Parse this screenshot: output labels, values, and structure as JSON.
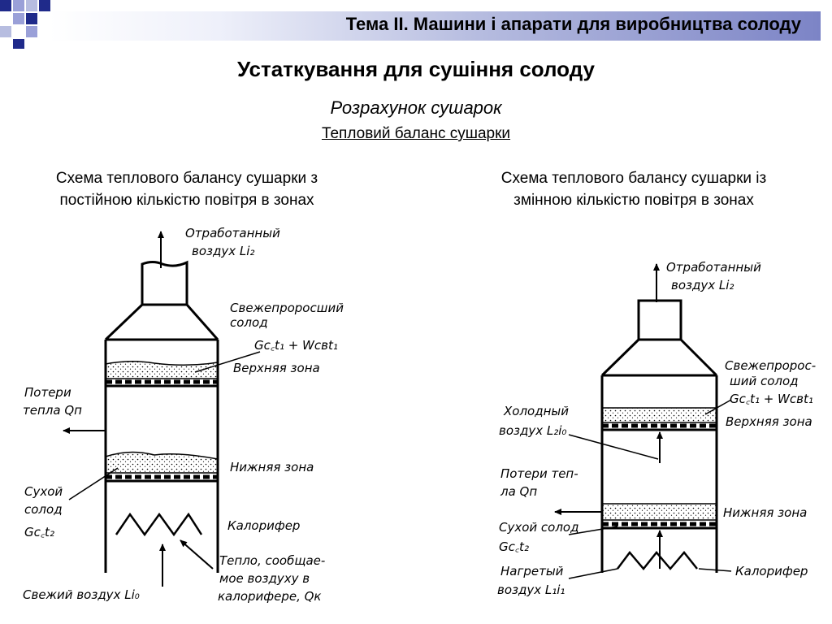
{
  "header": {
    "topic": "Тема ІІ. Машини і апарати для виробництва солоду",
    "squares_color": "#1f2a8a",
    "squares_light": "#9aa0d8"
  },
  "title": "Устаткування для сушіння солоду",
  "subtitle": "Розрахунок сушарок",
  "subsubtitle": "Тепловий баланс сушарки",
  "left": {
    "caption_line1": "Схема теплового балансу сушарки з",
    "caption_line2": "постійною кількістю повітря в зонах",
    "labels": {
      "exhaust1": "Отработанный",
      "exhaust2": "воздух Li₂",
      "fresh_malt1": "Свежепроросший",
      "fresh_malt2": "солод",
      "formula": "Gc꜀t₁ + Wcвt₁",
      "upper_zone": "Верхняя зона",
      "loss1": "Потери",
      "loss2": "тепла Qп",
      "lower_zone": "Нижняя зона",
      "dry1": "Сухой",
      "dry2": "солод",
      "dry3": "Gc꜀t₂",
      "heater": "Калорифер",
      "heat1": "Тепло, сообщае-",
      "heat2": "мое воздуху в",
      "heat3": "калорифере, Qк",
      "fresh_air": "Свежий воздух Li₀"
    }
  },
  "right": {
    "caption_line1": "Схема теплового балансу сушарки із",
    "caption_line2": "змінною кількістю повітря в зонах",
    "labels": {
      "exhaust1": "Отработанный",
      "exhaust2": "воздух Li₂",
      "fresh_malt1": "Свежепророс-",
      "fresh_malt2": "ший солод",
      "formula": "Gc꜀t₁ + Wcвt₁",
      "upper_zone": "Верхняя зона",
      "cold1": "Холодный",
      "cold2": "воздух L₂i₀",
      "loss1": "Потери теп-",
      "loss2": "ла Qп",
      "lower_zone": "Нижняя зона",
      "dry1": "Сухой солод",
      "dry2": "Gc꜀t₂",
      "heated1": "Нагретый",
      "heated2": "воздух L₁i₁",
      "heater": "Калорифер"
    }
  }
}
